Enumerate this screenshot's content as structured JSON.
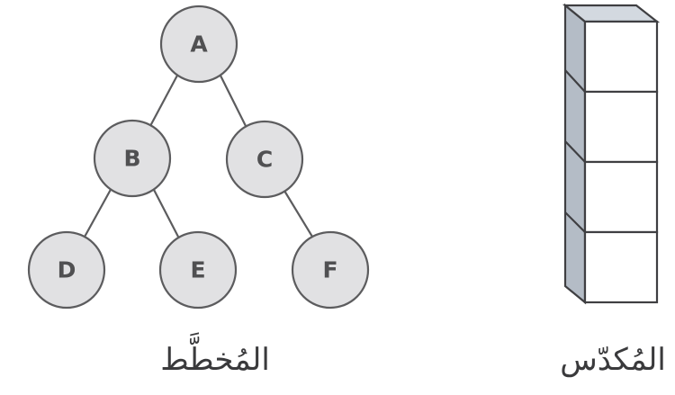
{
  "tree_diagram": {
    "caption": "المُخطَّط",
    "nodes": [
      {
        "id": "A",
        "label": "A"
      },
      {
        "id": "B",
        "label": "B"
      },
      {
        "id": "C",
        "label": "C"
      },
      {
        "id": "D",
        "label": "D"
      },
      {
        "id": "E",
        "label": "E"
      },
      {
        "id": "F",
        "label": "F"
      }
    ],
    "edges": [
      {
        "from": "A",
        "to": "B"
      },
      {
        "from": "A",
        "to": "C"
      },
      {
        "from": "B",
        "to": "D"
      },
      {
        "from": "B",
        "to": "E"
      },
      {
        "from": "C",
        "to": "F"
      }
    ]
  },
  "stack_diagram": {
    "caption": "المُكدّس",
    "cube_count": 4
  }
}
